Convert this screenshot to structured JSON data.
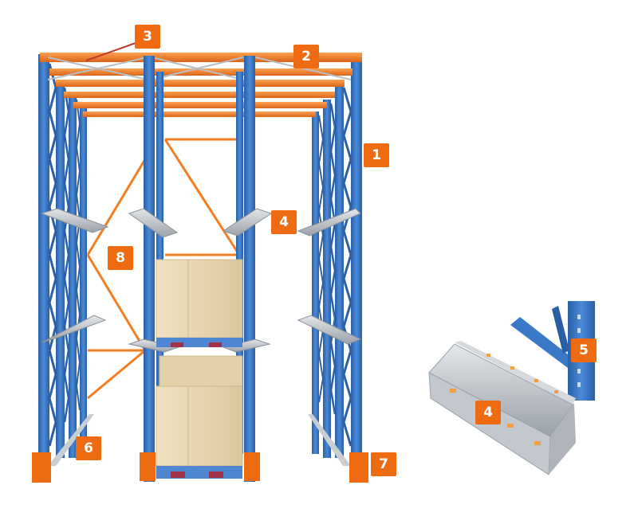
{
  "colors": {
    "upright": "#3a78c8",
    "upright_dark": "#2a5fa5",
    "beam": "#f57c20",
    "beam_dark": "#d9651a",
    "callout": "#ef6b12",
    "rail": "#c9ced3",
    "rail_dark": "#9aa1a8",
    "box": "#e8d7b3",
    "box_dark": "#cdb88f",
    "pallet": "#4e86d2",
    "base_plate": "#ee6a10",
    "callout_line": "#c0392b"
  },
  "callouts": [
    {
      "id": "c1",
      "label": "1",
      "part": "upright-frame"
    },
    {
      "id": "c2",
      "label": "2",
      "part": "top-beam"
    },
    {
      "id": "c3",
      "label": "3",
      "part": "top-bracing"
    },
    {
      "id": "c4a",
      "label": "4",
      "part": "pallet-rail"
    },
    {
      "id": "c4b",
      "label": "4",
      "part": "pallet-rail-detail"
    },
    {
      "id": "c5",
      "label": "5",
      "part": "rail-support-arm"
    },
    {
      "id": "c6",
      "label": "6",
      "part": "floor-guide-rail"
    },
    {
      "id": "c7",
      "label": "7",
      "part": "upright-protector"
    },
    {
      "id": "c8",
      "label": "8",
      "part": "rear-bracing"
    }
  ]
}
